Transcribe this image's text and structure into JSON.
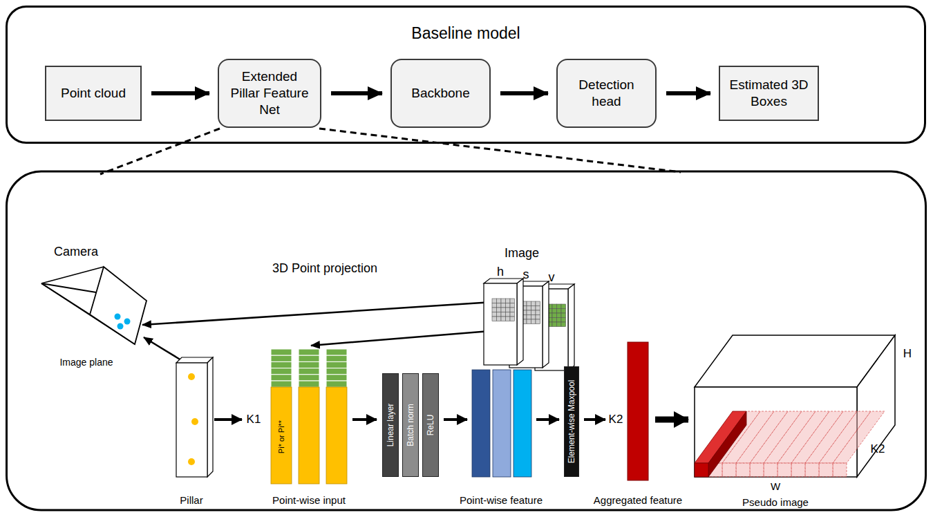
{
  "diagram": {
    "nodes": [
      {
        "text": [
          "Baseline model"
        ]
      },
      {
        "text": [
          "Point cloud"
        ],
        "in": 0
      },
      {
        "text": [
          "Extended Pillar Feature Net"
        ],
        "in": 0
      },
      {
        "text": [
          "Backbone"
        ],
        "in": 0
      },
      {
        "text": [
          "Detection head"
        ],
        "in": 0
      },
      {
        "text": [
          "Estimated 3D Boxes"
        ],
        "in": 0
      },
      {
        "text": [
          "Linear layer"
        ]
      },
      {
        "text": [
          "Batch norm"
        ]
      },
      {
        "text": [
          "ReLU"
        ]
      },
      {
        "text": [
          "Element-wise Maxpool"
        ]
      }
    ],
    "edges": [
      {
        "from": 1,
        "to": 2,
        "arrow": "to"
      },
      {
        "from": 2,
        "to": 3,
        "arrow": "to"
      },
      {
        "from": 3,
        "to": 4,
        "arrow": "to"
      },
      {
        "from": 4,
        "to": 5,
        "arrow": "to"
      }
    ],
    "labels": [
      "Image",
      "h",
      "s",
      "v",
      "3D Point projection",
      "Camera",
      "Image plane",
      "K1",
      "Pi* or Pi**",
      "Pillar",
      "Point-wise input",
      "Point-wise feature",
      "Aggregated feature",
      "K2",
      "Pseudo image",
      "H",
      "K2",
      "W"
    ]
  }
}
